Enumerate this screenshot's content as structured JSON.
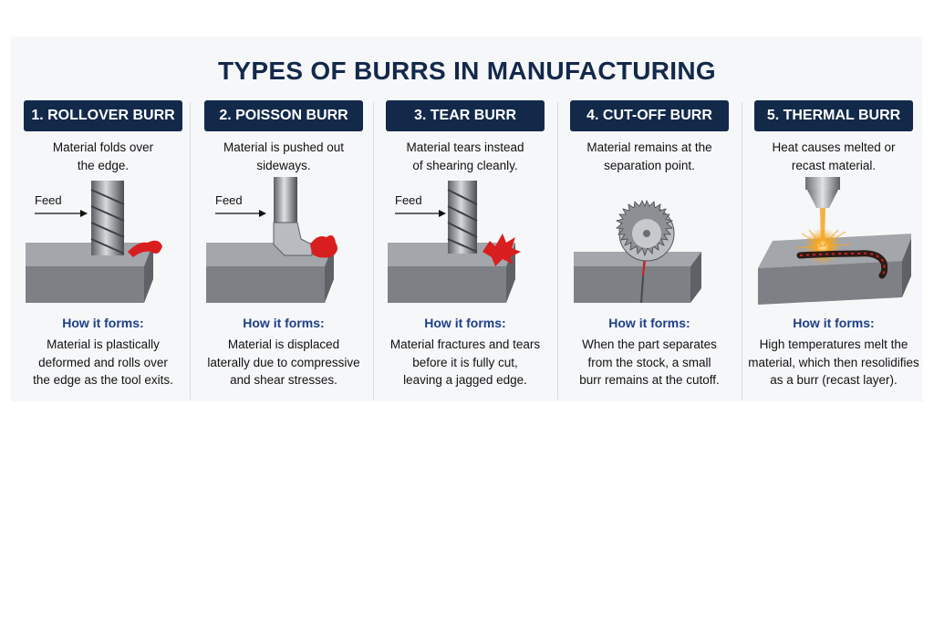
{
  "title": "TYPES OF BURRS IN MANUFACTURING",
  "feed_label": "Feed",
  "how_label": "How it forms:",
  "colors": {
    "header_bg": "#12294a",
    "how_text": "#1e3f86",
    "burr": "#d81e1e",
    "block": "#7d8084",
    "laser": "#f5a623"
  },
  "types": [
    {
      "header": "1. ROLLOVER BURR",
      "desc": [
        "Material folds over",
        "the edge."
      ],
      "illustration": "end-mill-rollover-icon",
      "explanation": [
        "Material is plastically",
        "deformed and rolls over",
        "the edge as the tool exits."
      ]
    },
    {
      "header": "2. POISSON BURR",
      "desc": [
        "Material is pushed out",
        "sideways."
      ],
      "illustration": "tool-poisson-icon",
      "explanation": [
        "Material is displaced",
        "laterally due to compressive",
        "and shear stresses."
      ]
    },
    {
      "header": "3. TEAR BURR",
      "desc": [
        "Material tears instead",
        "of shearing cleanly."
      ],
      "illustration": "end-mill-tear-icon",
      "explanation": [
        "Material fractures and tears",
        "before it is fully cut,",
        "leaving a jagged edge."
      ]
    },
    {
      "header": "4. CUT-OFF BURR",
      "desc": [
        "Material remains at the",
        "separation point."
      ],
      "illustration": "saw-blade-cutoff-icon",
      "explanation": [
        "When the part separates",
        "from the stock, a small",
        "burr remains at the cutoff."
      ]
    },
    {
      "header": "5. THERMAL BURR",
      "desc": [
        "Heat causes melted or",
        "recast material."
      ],
      "illustration": "laser-thermal-icon",
      "explanation": [
        "High temperatures melt the",
        "material, which then resolidifies",
        "as a burr (recast layer)."
      ]
    }
  ]
}
